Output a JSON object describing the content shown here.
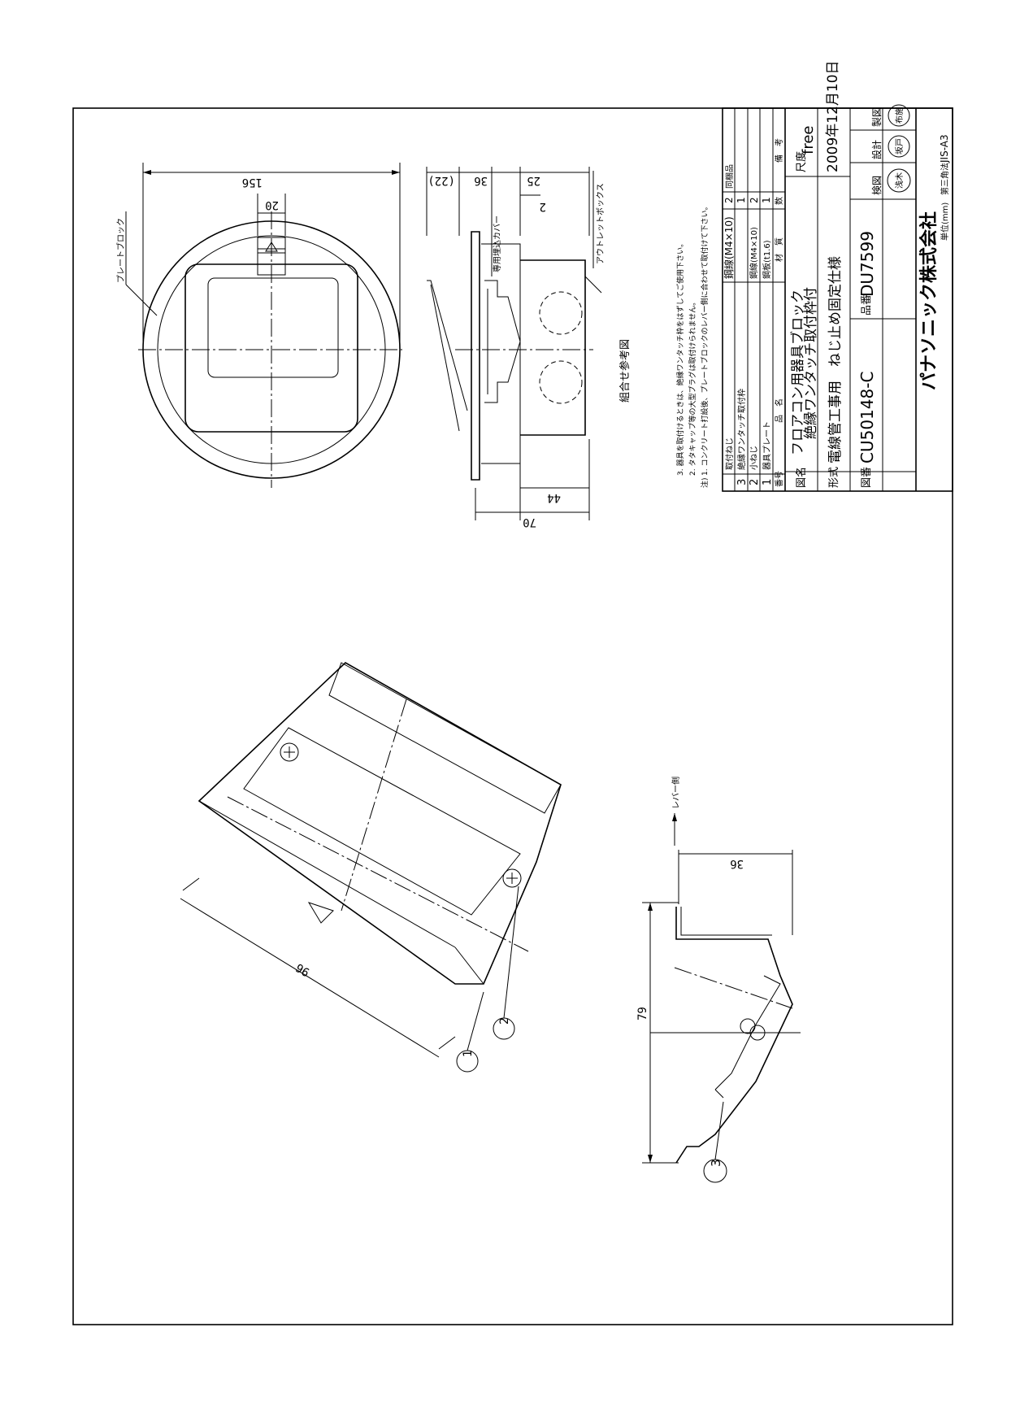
{
  "sheet": {
    "company": "パナソニック株式会社",
    "unit_label": "単位(mm)",
    "projection_label": "第三角法",
    "paper_size": "JIS-A3"
  },
  "title_block": {
    "parts_table": {
      "headers": {
        "no": "番号",
        "name": "品　名",
        "material": "材　質",
        "qty": "数",
        "remarks": "備　考"
      },
      "rows": [
        {
          "no": "3",
          "name": "絶縁ワンタッチ取付枠",
          "material": "",
          "qty": "",
          "remarks": ""
        },
        {
          "no": "2",
          "name": "小ねじ",
          "material": "鋼線(M4×10)",
          "qty": "2",
          "remarks": ""
        },
        {
          "no": "1",
          "name": "器具プレート",
          "material": "鋼板(t1.6)",
          "qty": "1",
          "remarks": ""
        }
      ],
      "extra_row": {
        "name": "取付ねじ",
        "material": "鋼線(M4×10)",
        "qty": "2",
        "remarks": "同梱品"
      },
      "row3_qty": "1"
    },
    "name_label": "図名",
    "name_line1": "フロアコン用器具ブロック",
    "name_line2": "絶縁ワンタッチ取付枠付",
    "scale_label": "尺度",
    "scale_value": "free",
    "model_label": "形式",
    "model_value": "電線管工事用　ねじ止め固定仕様",
    "date_value": "2009年12月10日",
    "check_label": "検図",
    "design_label": "設計",
    "drafting_label": "製図",
    "drawing_no_label": "図番",
    "drawing_no": "CU50148-C",
    "product_no_label": "品番",
    "product_no": "DU7599",
    "stamps": [
      "浅木",
      "坂戸",
      "布施"
    ]
  },
  "notes": {
    "prefix": "注)",
    "items": [
      "1. コンクリート打設後、プレートブロックのレバー側に合わせて取付けて下さい。",
      "2. タタキャップ等の大型プラグは取付けられません。",
      "3. 器具を取付けるときは、絶縁ワンタッチ枠をはずしてご使用下さい。"
    ]
  },
  "views": {
    "top": {
      "label_plate_block": "プレートブロック",
      "dim_overall": "156",
      "dim_tab": "20"
    },
    "side": {
      "label_cover": "専用埋込カバー",
      "label_box": "アウトレットボックス",
      "dim_22": "(22)",
      "dim_36": "36",
      "dim_25": "25",
      "dim_2": "2",
      "dim_44": "44",
      "dim_70": "70",
      "caption": "組合せ参考図"
    },
    "plate": {
      "dim_96": "96",
      "balloon_1": "1",
      "balloon_2": "2"
    },
    "frame": {
      "dim_79": "79",
      "dim_36": "36",
      "lever_side": "レバー側",
      "balloon_3": "3"
    }
  }
}
